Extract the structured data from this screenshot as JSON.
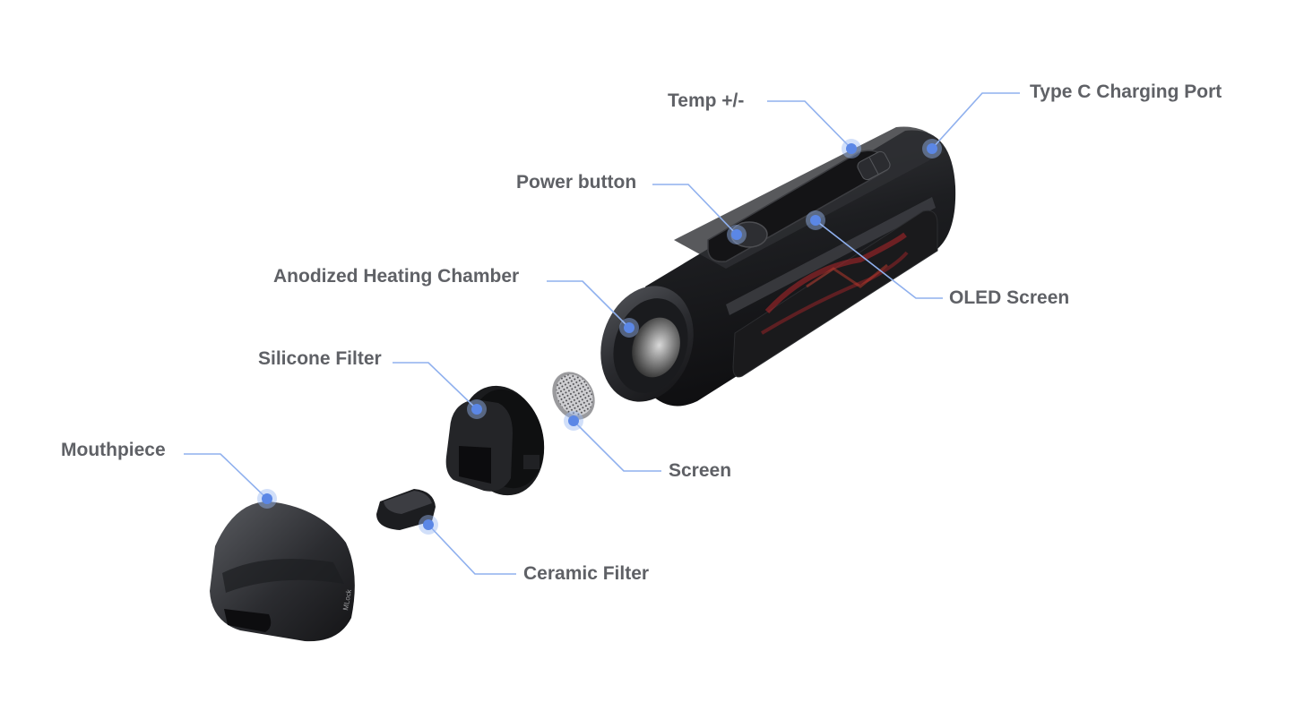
{
  "colors": {
    "leader_line": "#8fb0ee",
    "dot": "#5b87e6",
    "label_text": "#5f6166",
    "device_body": "#1f2023",
    "oled_glow": "#b2262a"
  },
  "callouts": {
    "type_c_port": "Type C Charging Port",
    "temp": "Temp +/-",
    "power_button": "Power button",
    "oled_screen": "OLED Screen",
    "heating_chamber": "Anodized Heating Chamber",
    "silicone_filter": "Silicone Filter",
    "screen": "Screen",
    "mouthpiece": "Mouthpiece",
    "ceramic_filter": "Ceramic Filter"
  },
  "mouthpiece_logo": "MLock"
}
